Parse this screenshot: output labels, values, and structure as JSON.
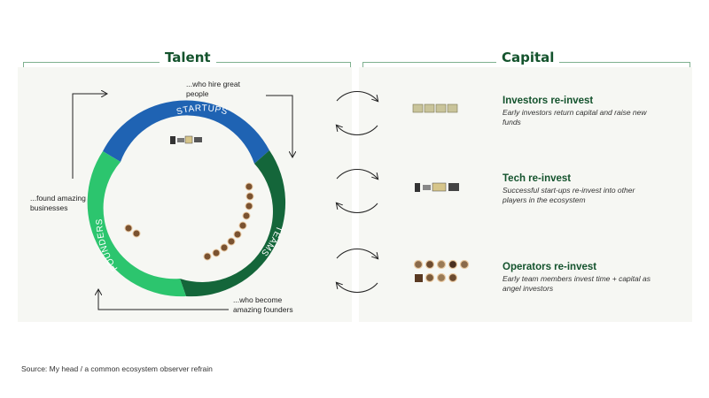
{
  "talent": {
    "title": "Talent",
    "ring": {
      "startups_label": "STARTUPS",
      "teams_label": "TEAMS",
      "founders_label": "FOUNDERS",
      "startups_color": "#1f63b3",
      "teams_color": "#14663a",
      "founders_color": "#2cc56e"
    },
    "notes": {
      "hire": "...who hire great people",
      "become": "...who become amazing founders",
      "found": "...found amazing businesses"
    }
  },
  "capital": {
    "title": "Capital",
    "items": [
      {
        "title": "Investors re-invest",
        "desc": "Early investors return capital and raise new funds",
        "icon": "money-stack-icons"
      },
      {
        "title": "Tech re-invest",
        "desc": "Successful start-ups re-invest into other players in the ecosystem",
        "icon": "tech-device-icons"
      },
      {
        "title": "Operators re-invest",
        "desc": "Early team members invest time + capital as angel investors",
        "icon": "people-face-icons"
      }
    ]
  },
  "source": "Source: My head / a common ecosystem observer refrain",
  "colors": {
    "dark_green": "#14532d",
    "panel_bg": "#f6f7f3"
  }
}
